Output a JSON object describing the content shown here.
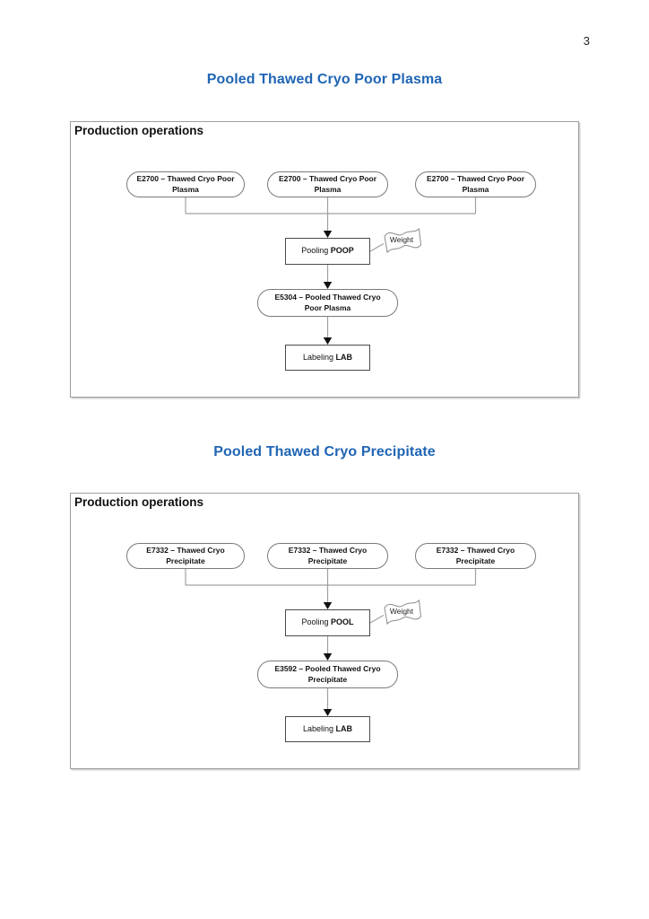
{
  "page": {
    "number": "3"
  },
  "colors": {
    "heading_blue": "#2065b4",
    "connector_gray": "#a0a0a0",
    "frame_border_gray": "#9e9e9e",
    "arrow_black": "#111111"
  },
  "sections": [
    {
      "heading": "Pooled Thawed Cryo Poor Plasma",
      "frame_title": "Production operations",
      "sources": [
        "E2700 – Thawed Cryo Poor Plasma",
        "E2700 – Thawed Cryo Poor Plasma",
        "E2700 – Thawed Cryo Poor Plasma"
      ],
      "pooling": {
        "prefix": "Pooling ",
        "code": "POOP"
      },
      "weight_label": "Weight",
      "pooled_output": "E5304 – Pooled Thawed Cryo Poor Plasma",
      "labeling": {
        "prefix": "Labeling ",
        "code": "LAB"
      }
    },
    {
      "heading": "Pooled Thawed Cryo Precipitate",
      "frame_title": "Production operations",
      "sources": [
        "E7332 – Thawed Cryo Precipitate",
        "E7332 – Thawed Cryo Precipitate",
        "E7332 – Thawed Cryo Precipitate"
      ],
      "pooling": {
        "prefix": "Pooling ",
        "code": "POOL"
      },
      "weight_label": "Weight",
      "pooled_output": "E3592 – Pooled Thawed Cryo Precipitate",
      "labeling": {
        "prefix": "Labeling ",
        "code": "LAB"
      }
    }
  ]
}
